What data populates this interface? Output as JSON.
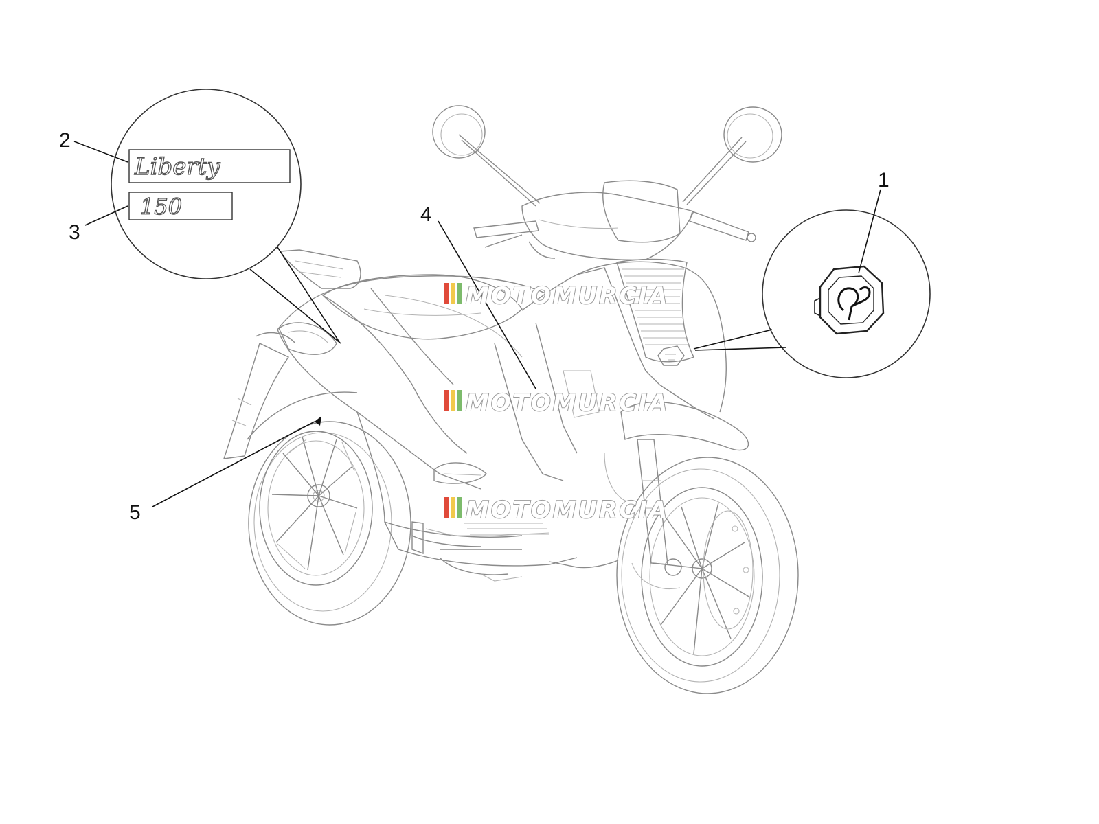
{
  "callouts": [
    {
      "number": "1",
      "part": "piaggio-badge"
    },
    {
      "number": "2",
      "part": "liberty-emblem"
    },
    {
      "number": "3",
      "part": "150-emblem"
    },
    {
      "number": "4",
      "part": "leg-shield-sticker"
    },
    {
      "number": "5",
      "part": "side-panel-sticker"
    }
  ],
  "emblems": {
    "model_name": "Liberty",
    "displacement": "150"
  },
  "watermark": {
    "text": "MOTOMURCIA",
    "stripe_colors": [
      "#e04a3a",
      "#f2c94c",
      "#7dbb6c"
    ]
  }
}
